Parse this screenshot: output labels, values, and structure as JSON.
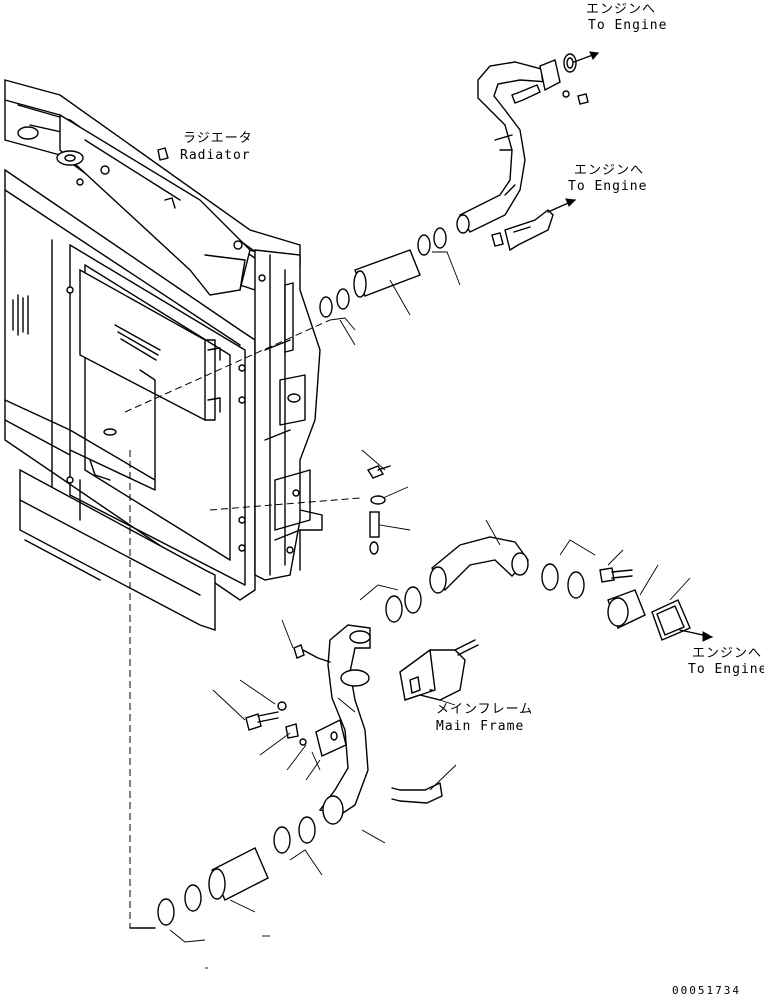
{
  "labels": {
    "engine_top_jp": "エンジンへ",
    "engine_top_en": "To Engine",
    "radiator_jp": "ラジエータ",
    "radiator_en": "Radiator",
    "engine_mid_jp": "エンジンへ",
    "engine_mid_en": "To Engine",
    "engine_right_jp": "エンジンへ",
    "engine_right_en": "To Engine",
    "main_frame_jp": "メインフレーム",
    "main_frame_en": "Main Frame",
    "drawing_number": "00051734"
  }
}
